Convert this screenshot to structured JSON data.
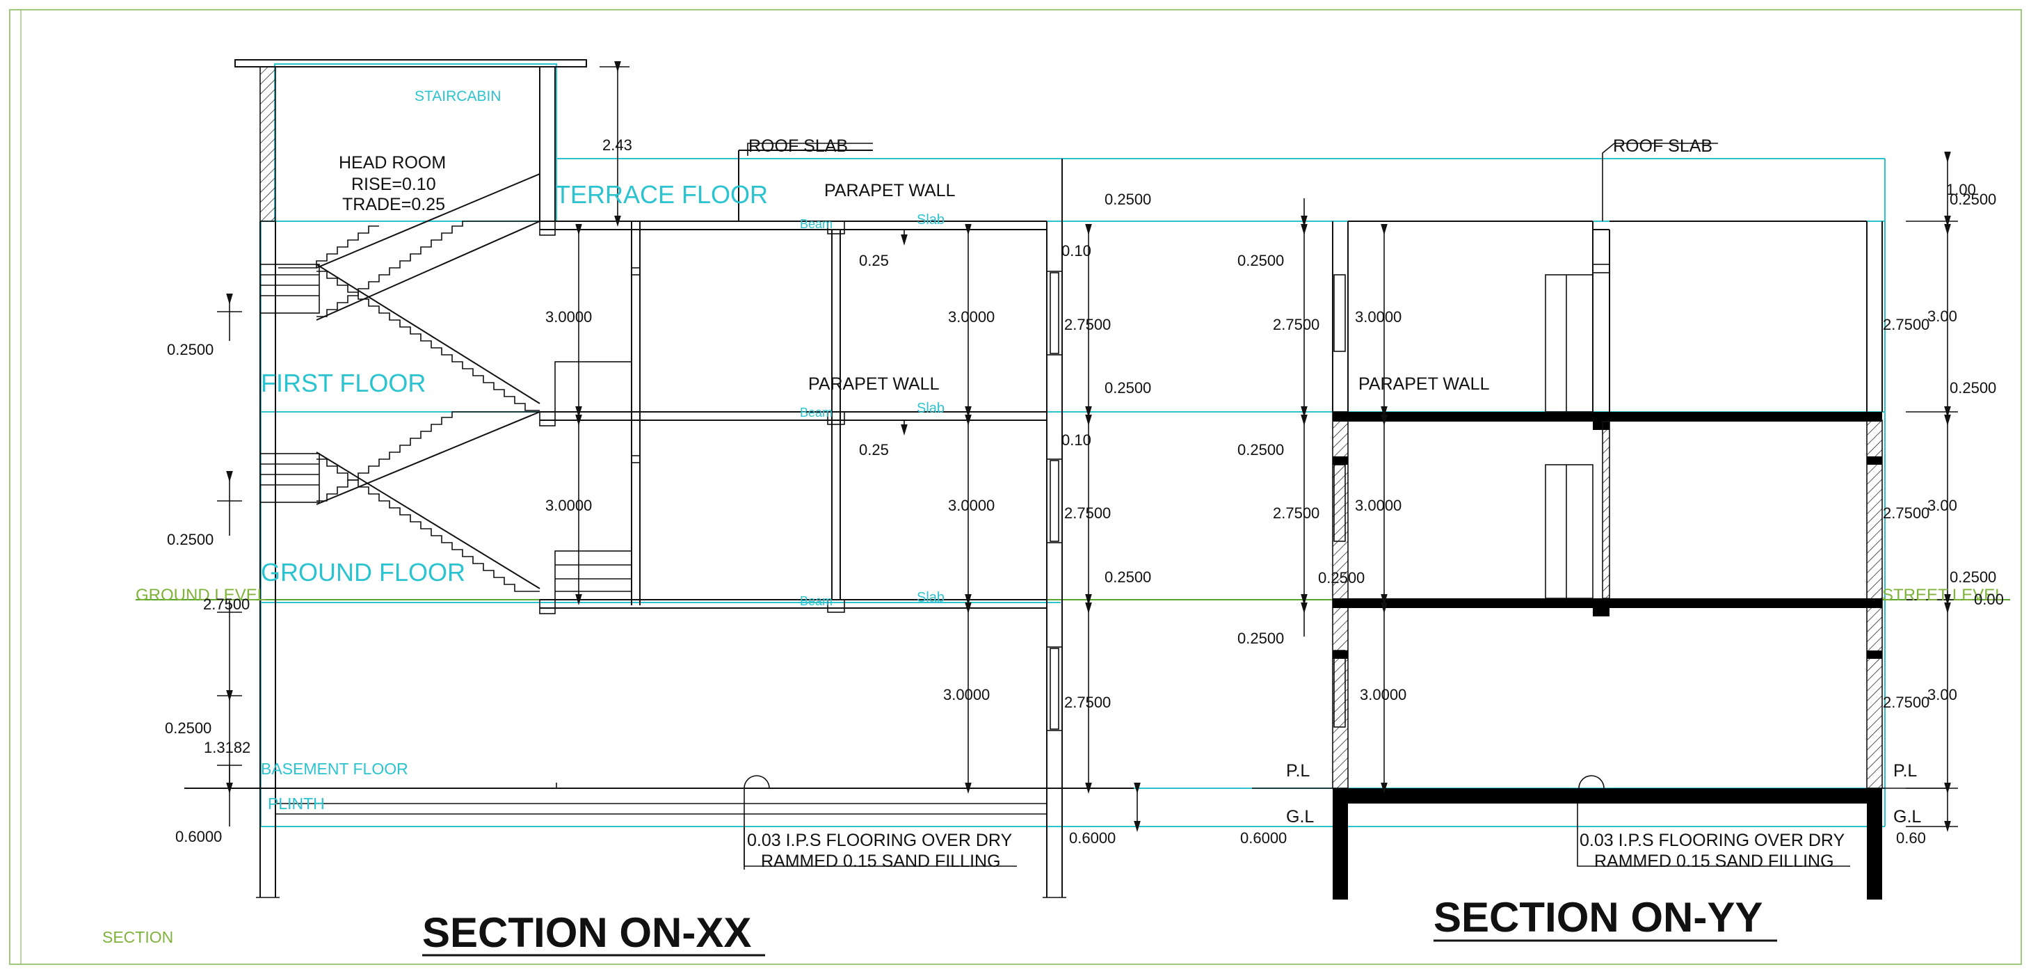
{
  "sections": {
    "xx_title": "SECTION ON-XX",
    "yy_title": "SECTION ON-YY"
  },
  "stair": {
    "staircabin": "STAIRCABIN",
    "head_room": "HEAD ROOM",
    "rise": "RISE=0.10",
    "trade": "TRADE=0.25",
    "cabin_height": "2.43"
  },
  "floors": {
    "terrace": "TERRACE FLOOR",
    "first": "FIRST FLOOR",
    "ground": "GROUND FLOOR",
    "basement": "BASEMENT FLOOR",
    "plinth": "PLINTH",
    "ground_level": "GROUND LEVEL",
    "street_level": "STREET LEVEL",
    "section_note": "SECTION"
  },
  "labels": {
    "roof_slab": "ROOF SLAB",
    "parapet_wall": "PARAPET WALL",
    "slab": "Slab",
    "beam": "Beam",
    "pl": "P.L",
    "gl": "G.L",
    "flooring_line1": "0.03 I.P.S FLOORING OVER DRY",
    "flooring_line2": "RAMMED 0.15 SAND FILLING"
  },
  "dims_xx": {
    "left_0_2500_a": "0.2500",
    "left_0_2500_b": "0.2500",
    "left_2_7500": "2.7500",
    "left_0_2500_c": "0.2500",
    "left_1_3182": "1.3182",
    "left_0_6000": "0.6000",
    "stair_3_0000_a": "3.0000",
    "stair_3_0000_b": "3.0000",
    "beam_0_25_a": "0.25",
    "beam_0_25_b": "0.25",
    "mid_3_0000_a": "3.0000",
    "mid_3_0000_b": "3.0000",
    "mid_3_0000_c": "3.0000",
    "right_0_2500_a": "0.2500",
    "right_0_10_a": "0.10",
    "right_2_7500_a": "2.7500",
    "right_0_2500_b": "0.2500",
    "right_0_10_b": "0.10",
    "right_2_7500_b": "2.7500",
    "right_0_2500_c": "0.2500",
    "right_2_7500_c": "2.7500",
    "right_0_6000": "0.6000"
  },
  "dims_yy": {
    "left_0_2500_a": "0.2500",
    "left_2_7500_a": "2.7500",
    "left_0_2500_b": "0.2500",
    "left_2_7500_b": "2.7500",
    "left_0_2500_c": "0.2500",
    "left_0_2500_d": "0.2500",
    "left_0_6000": "0.6000",
    "inner_3_0000_a": "3.0000",
    "inner_3_0000_b": "3.0000",
    "inner_3_0000_c": "3.0000",
    "right_1_00": "1.00",
    "right_0_2500_a": "0.2500",
    "right_2_7500_a": "2.7500",
    "right_3_00_a": "3.00",
    "right_0_2500_b": "0.2500",
    "right_2_7500_b": "2.7500",
    "right_3_00_b": "3.00",
    "right_0_2500_c": "0.2500",
    "right_0_00": "0.00",
    "right_2_7500_c": "2.7500",
    "right_3_00_c": "3.00",
    "right_0_60": "0.60"
  },
  "colors": {
    "line": "#111111",
    "level": "#2cc3d0",
    "ground": "#5aa52f",
    "frame": "#9ec97a"
  }
}
